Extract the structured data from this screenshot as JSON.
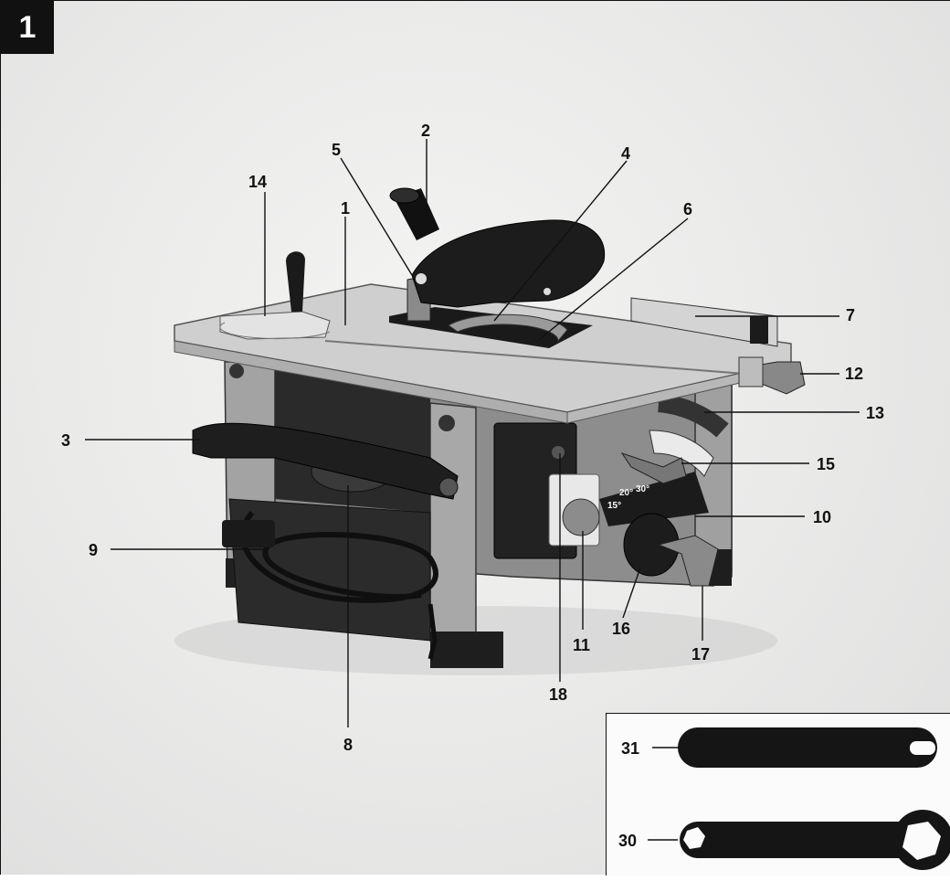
{
  "figure_number": "1",
  "callouts": {
    "c1": "1",
    "c2": "2",
    "c3": "3",
    "c4": "4",
    "c5": "5",
    "c6": "6",
    "c7": "7",
    "c8": "8",
    "c9": "9",
    "c10": "10",
    "c11": "11",
    "c12": "12",
    "c13": "13",
    "c14": "14",
    "c15": "15",
    "c16": "16",
    "c17": "17",
    "c18": "18",
    "c30": "30",
    "c31": "31"
  },
  "scale_marks": {
    "s15": "15°",
    "s20": "20°",
    "s30": "30°"
  },
  "colors": {
    "table_top": "#cfcfcf",
    "body_gray": "#9c9c9c",
    "black_part": "#1c1c1c",
    "outline": "#111111"
  }
}
